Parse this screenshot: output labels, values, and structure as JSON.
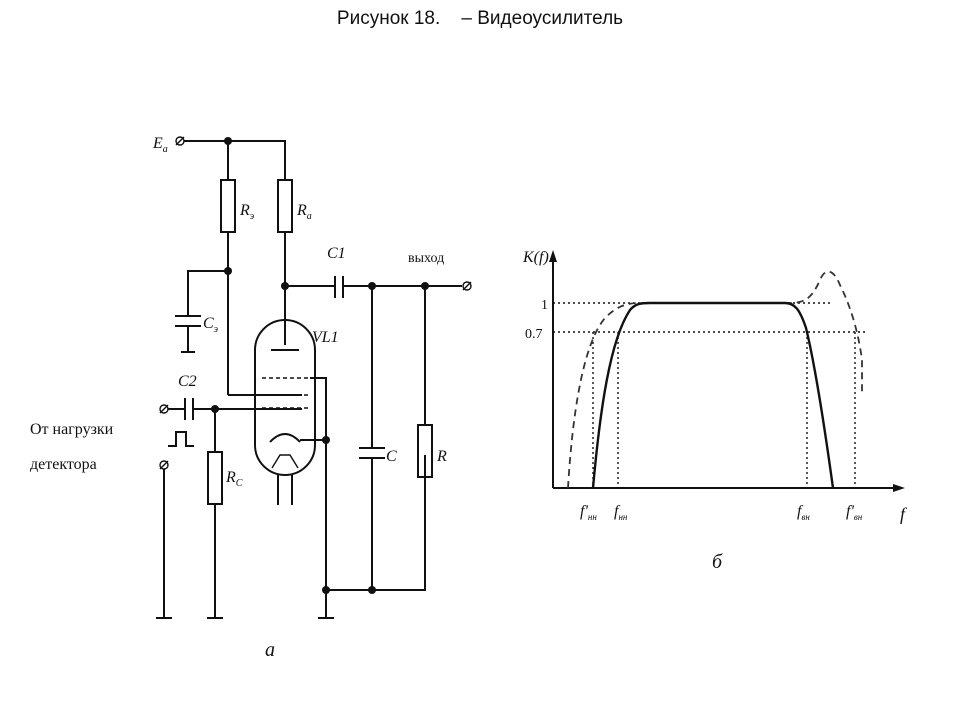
{
  "title": {
    "figure_number": "Рисунок 18.",
    "caption": "– Видеоусилитель"
  },
  "circuit": {
    "supply_label": "E",
    "supply_subscript": "a",
    "r_screen": "R",
    "r_screen_sub": "э",
    "r_anode": "R",
    "r_anode_sub": "a",
    "c_screen": "C",
    "c_screen_sub": "э",
    "c1": "C1",
    "c2": "C2",
    "output_label": "выход",
    "tube_label": "VL1",
    "cap_c": "C",
    "res_r": "R",
    "r_grid": "R",
    "r_grid_sub": "C",
    "input_line1": "От нагрузки",
    "input_line2": "детектора",
    "subfigure_label": "а"
  },
  "graph": {
    "y_axis_label": "K(f)",
    "x_axis_label": "f",
    "tick_one": "1",
    "tick_07": "0.7",
    "f_low_prime": "f'",
    "f_low_prime_sub": "нн",
    "f_low": "f",
    "f_low_sub": "нн",
    "f_high": "f",
    "f_high_sub": "вн",
    "f_high_prime": "f'",
    "f_high_prime_sub": "вн",
    "subfigure_label": "б",
    "solid_color": "#111111",
    "dashed_color": "#333333"
  }
}
